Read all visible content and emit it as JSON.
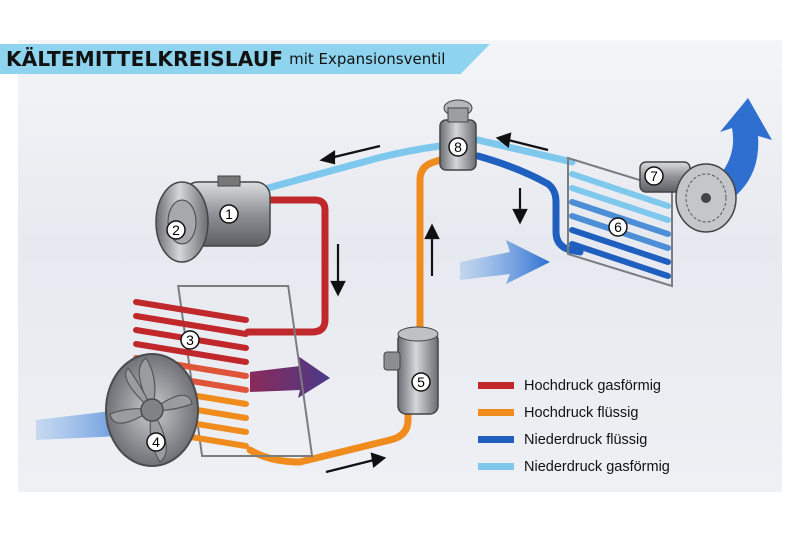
{
  "header": {
    "title": "KÄLTEMITTELKREISLAUF",
    "subtitle": "mit Expansionsventil"
  },
  "components": [
    {
      "number": "1"
    },
    {
      "number": "2"
    },
    {
      "number": "3"
    },
    {
      "number": "4"
    },
    {
      "number": "5"
    },
    {
      "number": "6"
    },
    {
      "number": "7"
    },
    {
      "number": "8"
    }
  ],
  "legend": [
    {
      "label": "Hochdruck gasförmig",
      "color": "#c0282c"
    },
    {
      "label": "Hochdruck flüssig",
      "color": "#f08c1e"
    },
    {
      "label": "Niederdruck flüssig",
      "color": "#1f5fbf"
    },
    {
      "label": "Niederdruck gasförmig",
      "color": "#7ec8ee"
    }
  ],
  "colors": {
    "title_bar": "#8fd4ef",
    "air_arrow": "#2f6fd0"
  }
}
